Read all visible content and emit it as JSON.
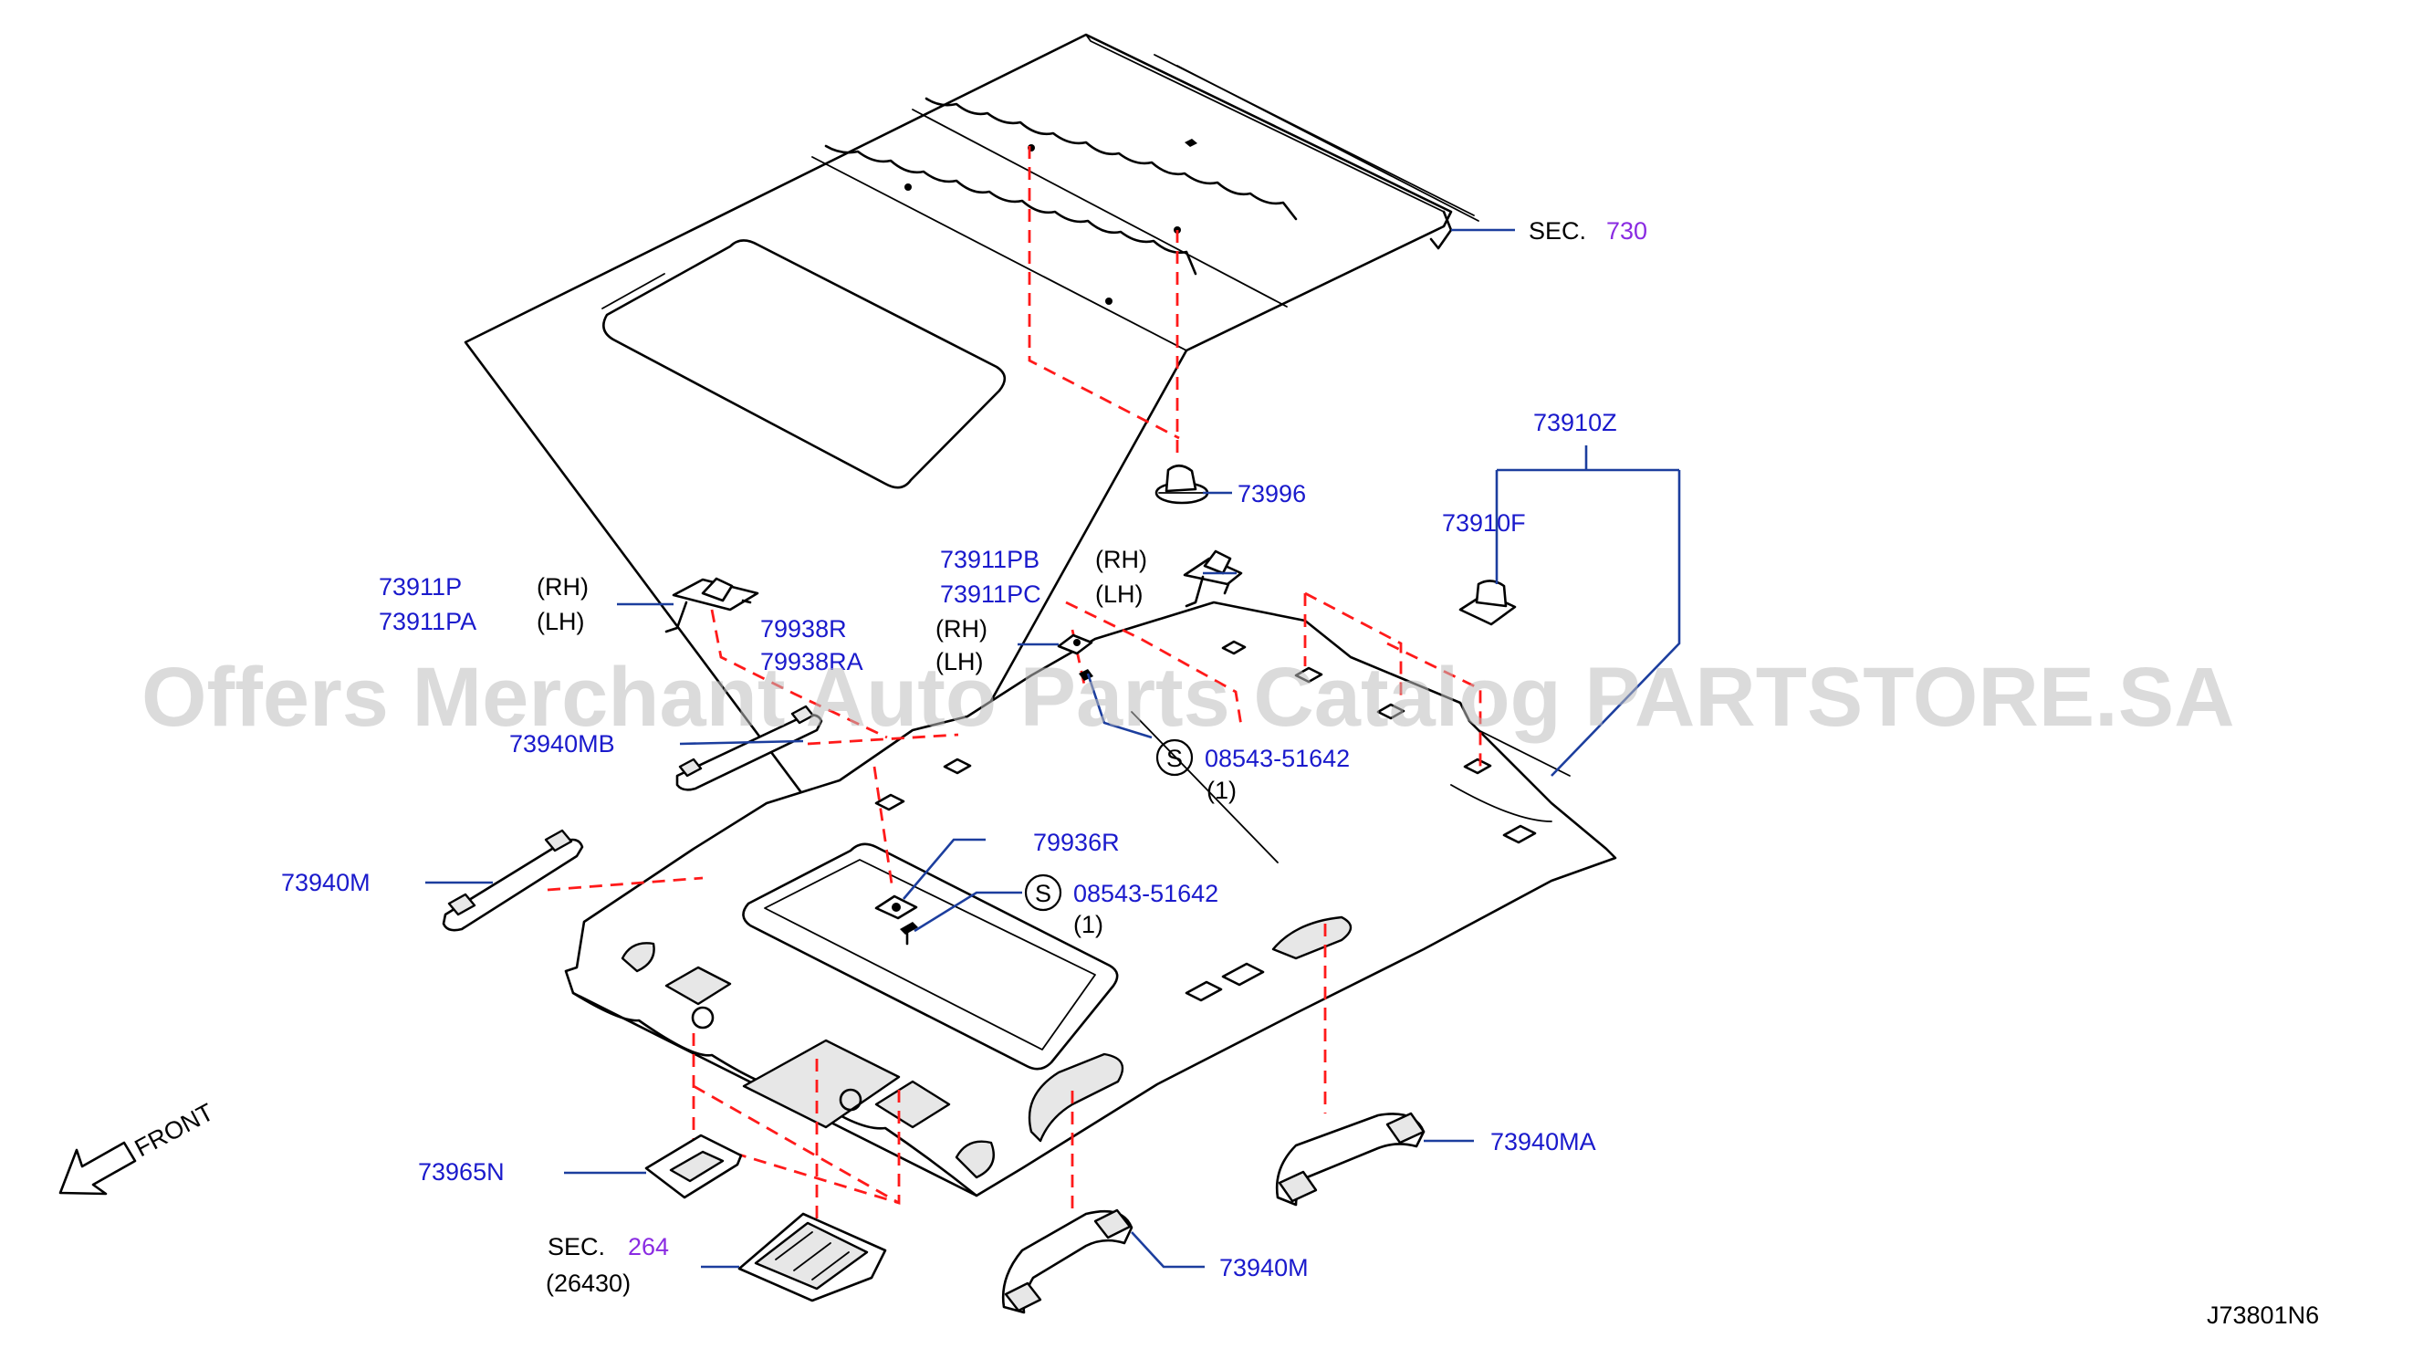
{
  "watermark": "Offers Merchant Auto Parts Catalog PARTSTORE.SA",
  "diagram_code": "J73801N6",
  "front_label": "FRONT",
  "colors": {
    "part_number": "#1a1acc",
    "section_ref": "#8a2be2",
    "leader": "#1c3e9e",
    "alignment_dash": "#ff1a1a"
  },
  "labels": {
    "sec730_prefix": "SEC.",
    "sec730_num": "730",
    "p73910Z": "73910Z",
    "p73910F": "73910F",
    "p73996": "73996",
    "p73911PB": "73911PB",
    "p73911PB_side": "(RH)",
    "p73911PC": "73911PC",
    "p73911PC_side": "(LH)",
    "p73911P": "73911P",
    "p73911P_side": "(RH)",
    "p73911PA": "73911PA",
    "p73911PA_side": "(LH)",
    "p79938R": "79938R",
    "p79938R_side": "(RH)",
    "p79938RA": "79938RA",
    "p79938RA_side": "(LH)",
    "p73940MB": "73940MB",
    "screw_symbol_1": "S",
    "screw1_pn": "08543-51642",
    "screw1_qty": "(1)",
    "p79936R": "79936R",
    "screw_symbol_2": "S",
    "screw2_pn": "08543-51642",
    "screw2_qty": "(1)",
    "p73940M_left": "73940M",
    "p73965N": "73965N",
    "sec264_prefix": "SEC.",
    "sec264_num": "264",
    "sec264_sub": "(26430)",
    "p73940M_bottom": "73940M",
    "p73940MA": "73940MA"
  }
}
